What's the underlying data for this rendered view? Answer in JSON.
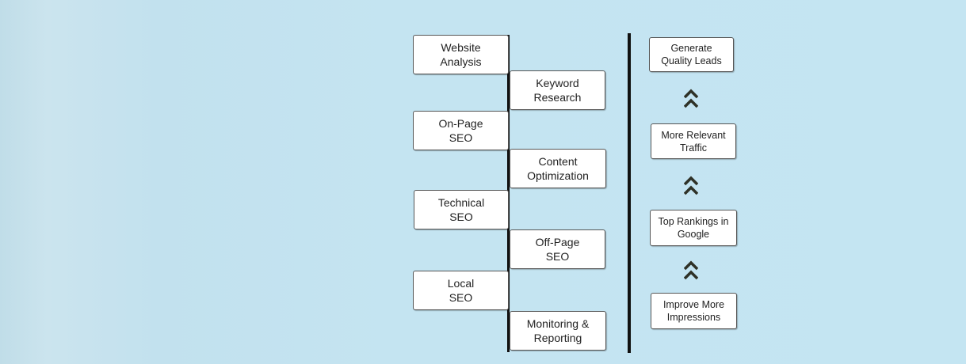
{
  "steps": [
    {
      "label": "Website\nAnalysis"
    },
    {
      "label": "Keyword\nResearch"
    },
    {
      "label": "On-Page\nSEO"
    },
    {
      "label": "Content\nOptimization"
    },
    {
      "label": "Technical\nSEO"
    },
    {
      "label": "Off-Page\nSEO"
    },
    {
      "label": "Local\nSEO"
    },
    {
      "label": "Monitoring &\nReporting"
    }
  ],
  "outcomes": [
    {
      "label": "Generate\nQuality Leads"
    },
    {
      "label": "More Relevant\nTraffic"
    },
    {
      "label": "Top Rankings in\nGoogle"
    },
    {
      "label": "Improve More\nImpressions"
    }
  ],
  "colors": {
    "line": "#111111",
    "chevron": "#2e3127",
    "box_border": "#555555"
  },
  "icons": {
    "arrow": "double-chevron-up-icon"
  }
}
